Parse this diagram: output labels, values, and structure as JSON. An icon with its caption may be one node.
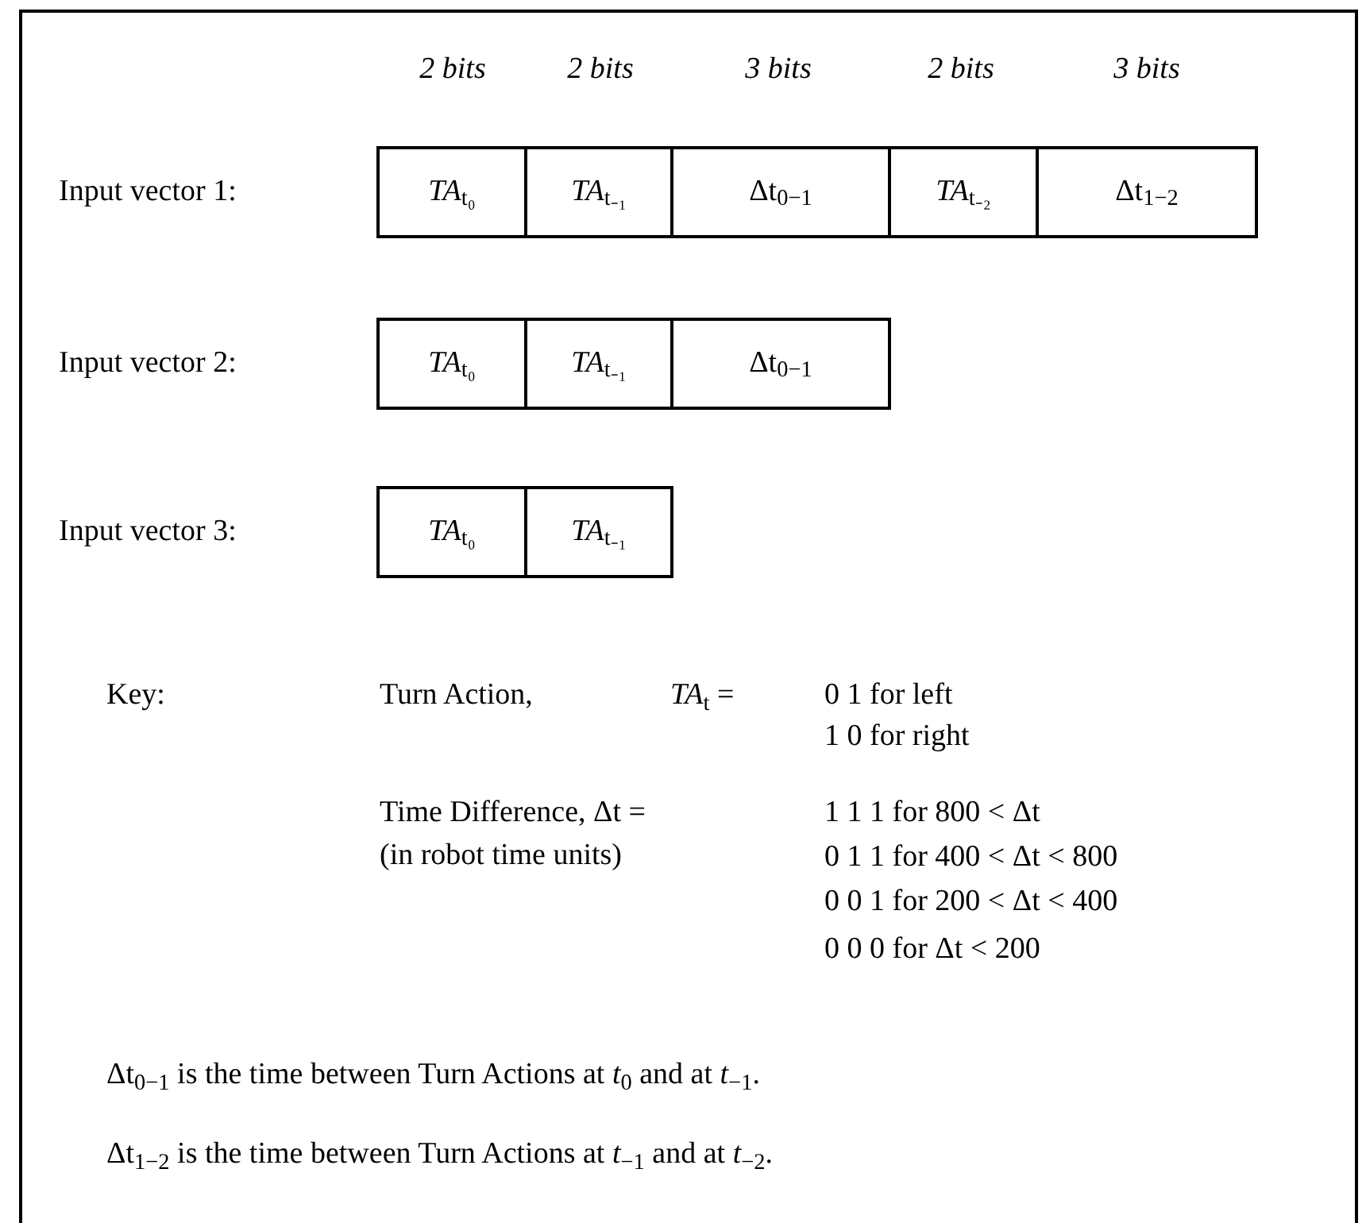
{
  "diagram": {
    "nodes": [
      {
        "text": [
          "*TA*$_{t₀}$"
        ]
      },
      {
        "text": [
          "*TA*$_{t₋₁}$"
        ]
      },
      {
        "text": [
          "Δt$_{0−1}$"
        ]
      },
      {
        "text": [
          "*TA*$_{t₋₂}$"
        ]
      },
      {
        "text": [
          "Δt$_{1−2}$"
        ]
      },
      {
        "text": [
          "*TA*$_{t₀}$"
        ]
      },
      {
        "text": [
          "*TA*$_{t₋₁}$"
        ]
      },
      {
        "text": [
          "Δt$_{0−1}$"
        ]
      },
      {
        "text": [
          "*TA*$_{t₀}$"
        ]
      },
      {
        "text": [
          "*TA*$_{t₋₁}$"
        ]
      }
    ],
    "labels": [
      "2 bits",
      "2 bits",
      "3 bits",
      "2 bits",
      "3 bits",
      "Input vector 1:",
      "Input vector 2:",
      "Input vector 3:",
      "Key:",
      "Turn Action,",
      "*TA*$_{t}$ =",
      "0 1 for left",
      "1 0 for right",
      "Time Difference, Δt =",
      "(in robot time units)",
      "1 1 1 for 800 < Δt",
      "0 1 1 for 400 < Δt < 800",
      "0 0 1 for 200 < Δt < 400",
      "0 0 0 for Δt < 200",
      "Δt$_{0−1}$ is the time between Turn Actions at *t*$_{0}$ and at *t*$_{−1}$.",
      "Δt$_{1−2}$ is the time between Turn Actions at *t*$_{−1}$ and at *t*$_{−2}$."
    ]
  }
}
